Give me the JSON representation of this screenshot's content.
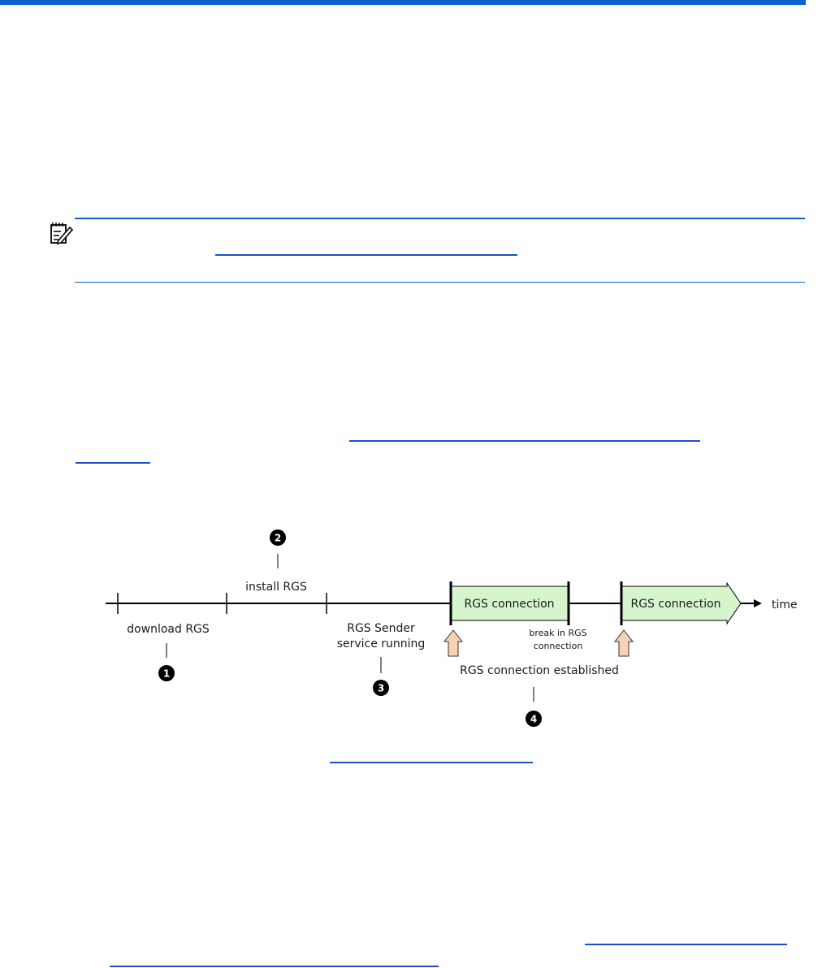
{
  "diagram": {
    "step_badges": [
      "1",
      "2",
      "3",
      "4"
    ],
    "labels": {
      "download": "download RGS",
      "install": "install RGS",
      "sender_line1": "RGS Sender",
      "sender_line2": "service running",
      "connection1": "RGS connection",
      "connection2": "RGS connection",
      "break_line1": "break in RGS",
      "break_line2": "connection",
      "established": "RGS connection established",
      "time": "time"
    },
    "colors": {
      "connection_fill": "#d6f5cd",
      "arrow_fill": "#f8d3b2",
      "link": "#1f4fd0",
      "accent_rule": "#0a62d0"
    }
  },
  "icons": {
    "note": "note-pencil-icon"
  }
}
